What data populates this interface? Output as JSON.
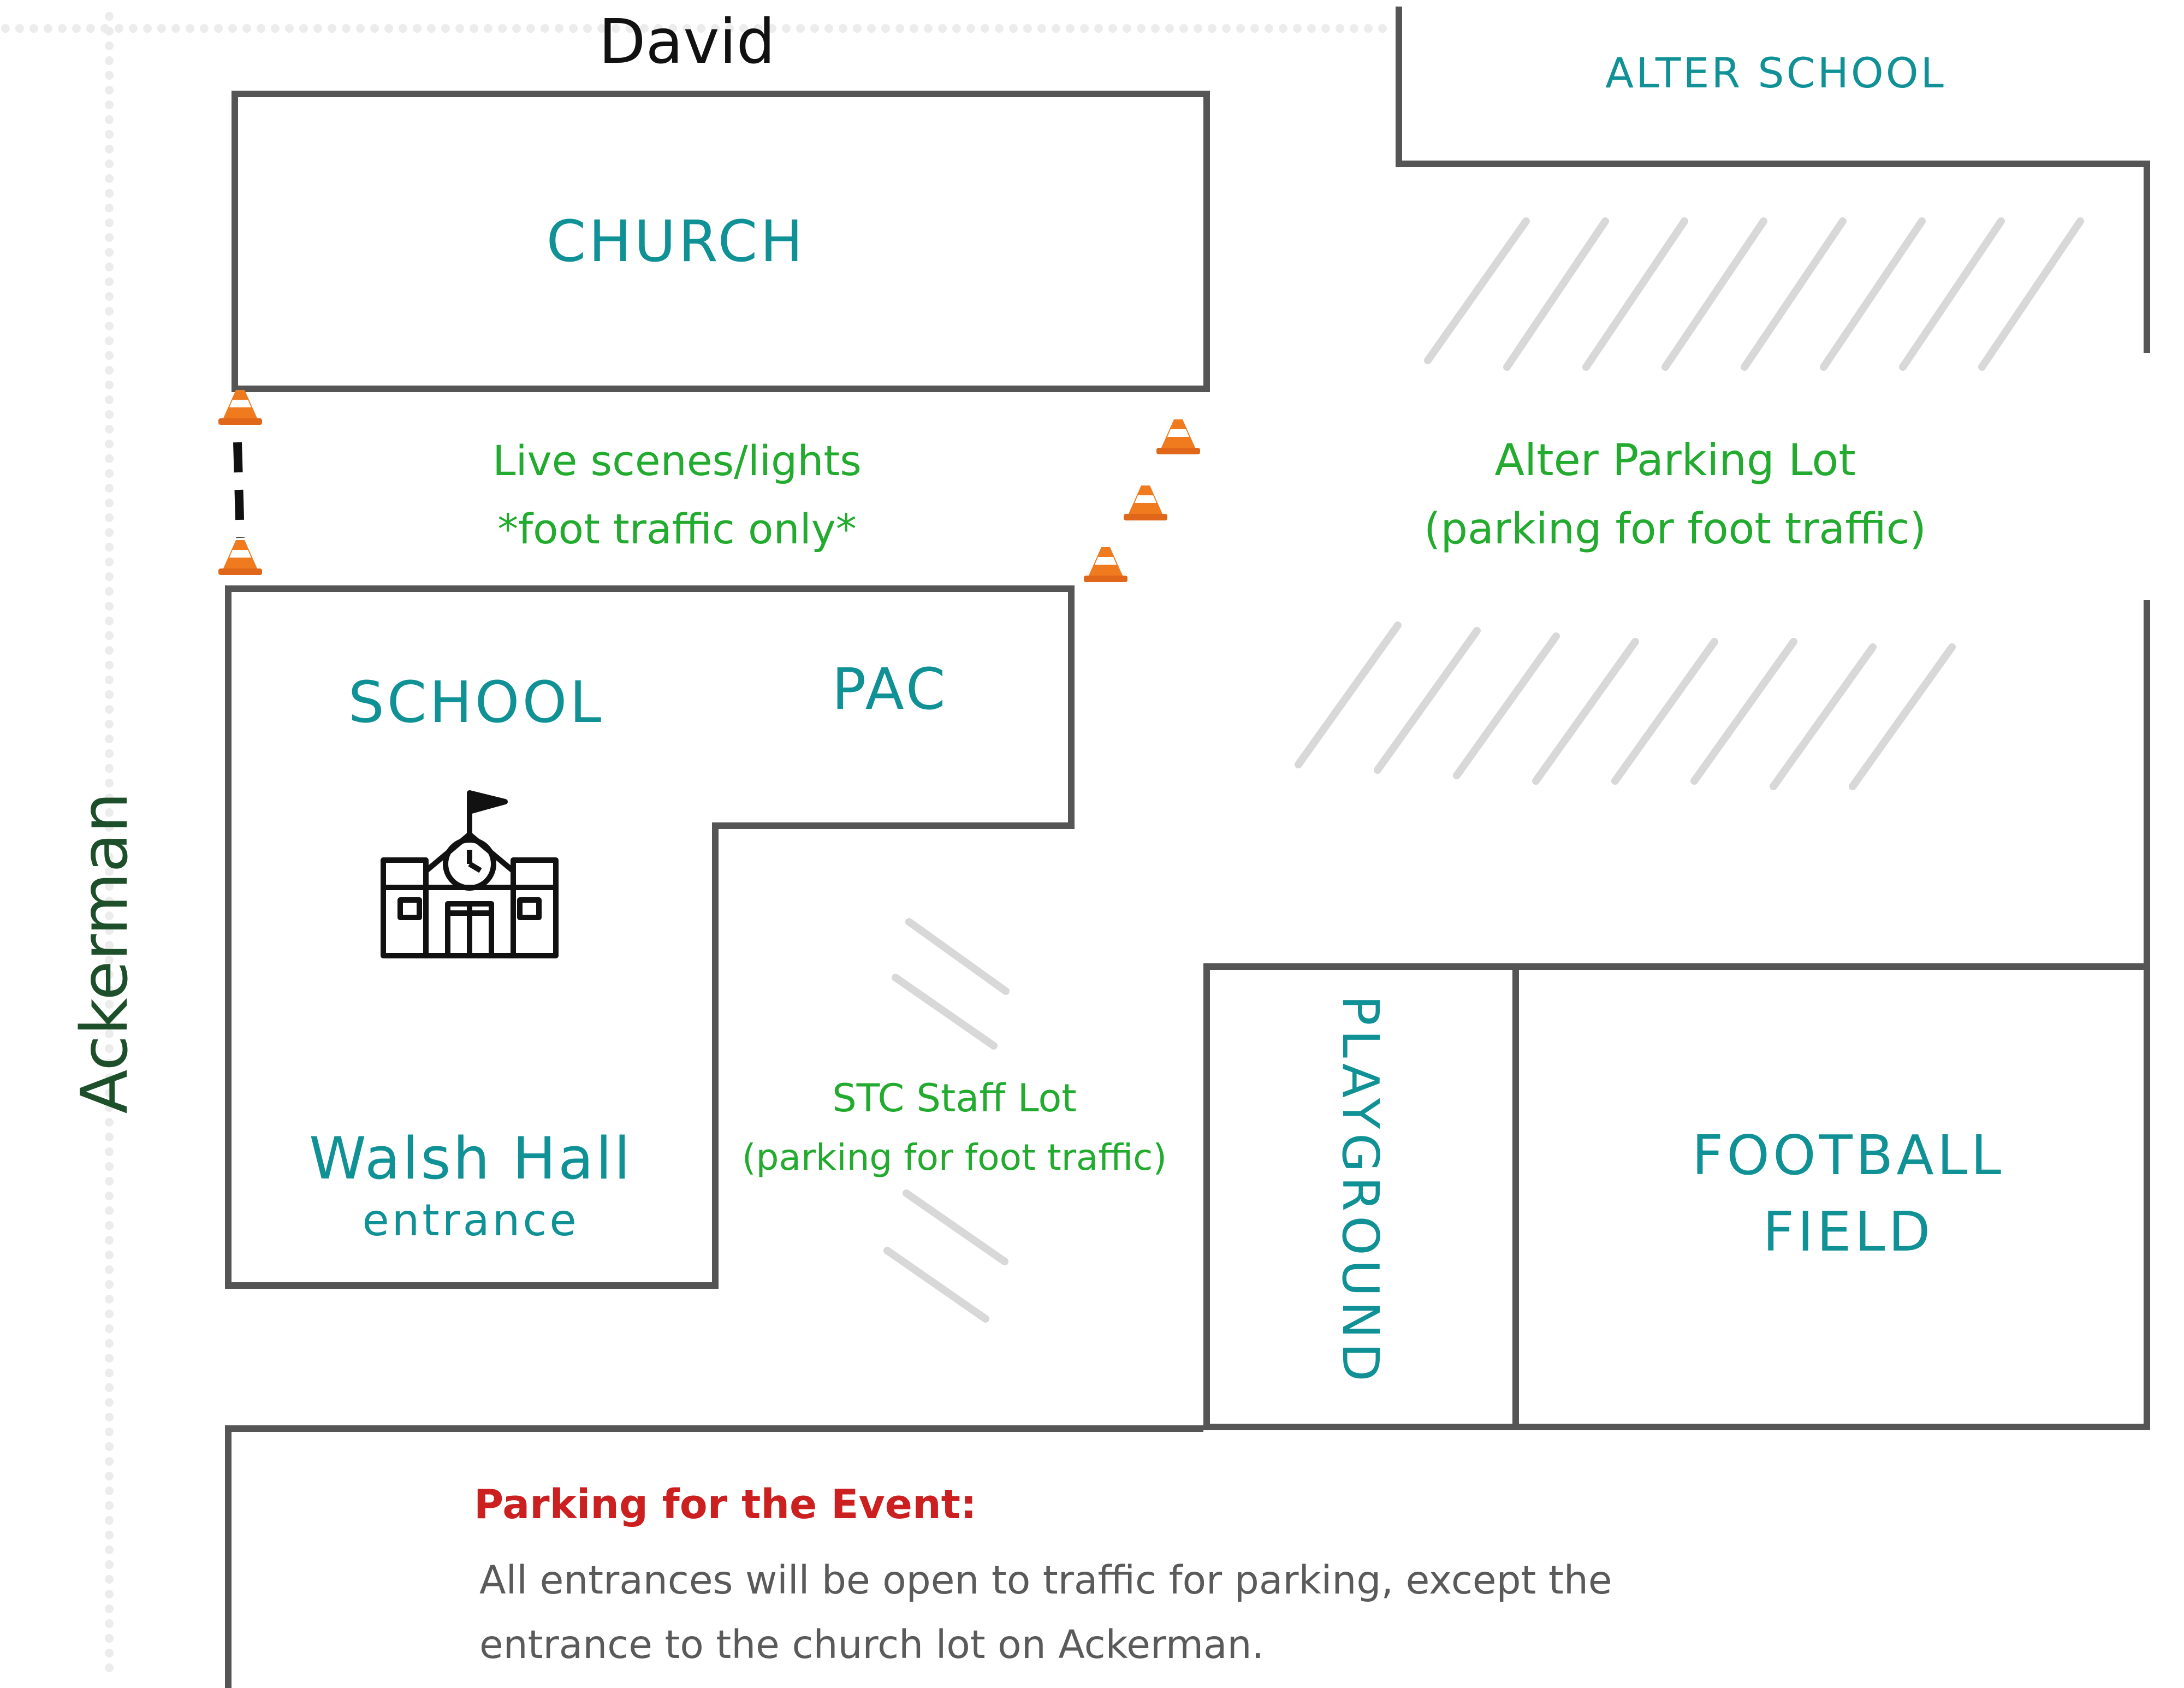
{
  "streets": {
    "top": "David",
    "left": "Ackerman"
  },
  "buildings": {
    "church": "CHURCH",
    "school": "SCHOOL",
    "pac": "PAC",
    "walsh_hall": "Walsh Hall",
    "walsh_hall_sub": "entrance",
    "alter_school": "ALTER SCHOOL",
    "playground": "PLAYGROUND",
    "football_line1": "FOOTBALL",
    "football_line2": "FIELD"
  },
  "areas": {
    "live_scenes_line1": "Live scenes/lights",
    "live_scenes_line2": "*foot traffic only*",
    "alter_lot_line1": "Alter Parking Lot",
    "alter_lot_line2": "(parking for foot traffic)",
    "stc_lot_line1": "STC Staff Lot",
    "stc_lot_line2": "(parking for foot traffic)"
  },
  "note": {
    "heading": "Parking for the Event:",
    "line1": "All entrances will be open to traffic for parking, except the",
    "line2": "entrance to the church lot on Ackerman."
  },
  "icons": [
    "traffic-cone-icon",
    "school-building-icon"
  ],
  "colors": {
    "building_label": "#0f9196",
    "area_label": "#22ab2e",
    "heading": "#cc1f1f",
    "walls": "#555555",
    "parking_stripes": "#d8d8d8",
    "cone": "#f07a1e"
  }
}
